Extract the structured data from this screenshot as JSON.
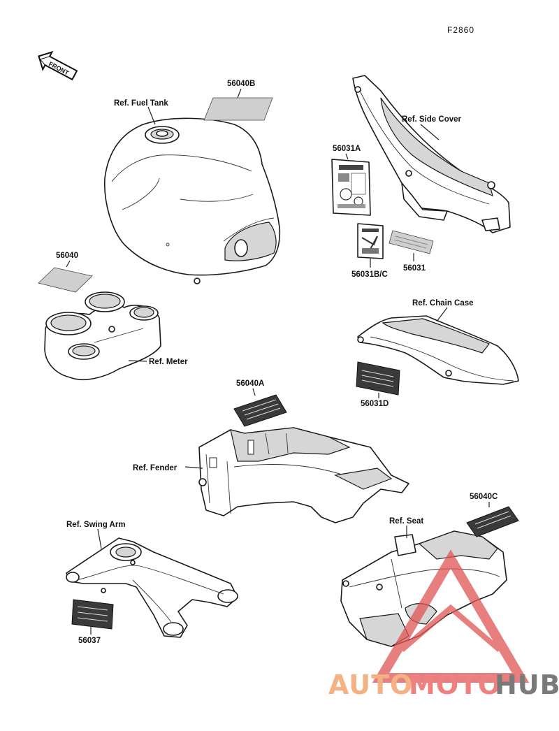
{
  "figure_code": "F2860",
  "front_arrow": "FRONT",
  "labels": {
    "fuel_tank": "Ref. Fuel Tank",
    "p56040B": "56040B",
    "side_cover": "Ref. Side Cover",
    "p56031A": "56031A",
    "p56031BC": "56031B/C",
    "p56031": "56031",
    "p56040": "56040",
    "meter": "Ref. Meter",
    "chain_case": "Ref. Chain Case",
    "p56031D": "56031D",
    "p56040A": "56040A",
    "fender": "Ref. Fender",
    "swing_arm": "Ref. Swing Arm",
    "p56037": "56037",
    "seat": "Ref. Seat",
    "p56040C": "56040C"
  },
  "watermark": {
    "auto": "AUTO",
    "moto": "MOTO",
    "hub": "HUB",
    "color_auto": "#f4b183",
    "color_moto": "#f08080",
    "color_hub": "#7a7a7a",
    "triangle_color": "#e05555"
  }
}
